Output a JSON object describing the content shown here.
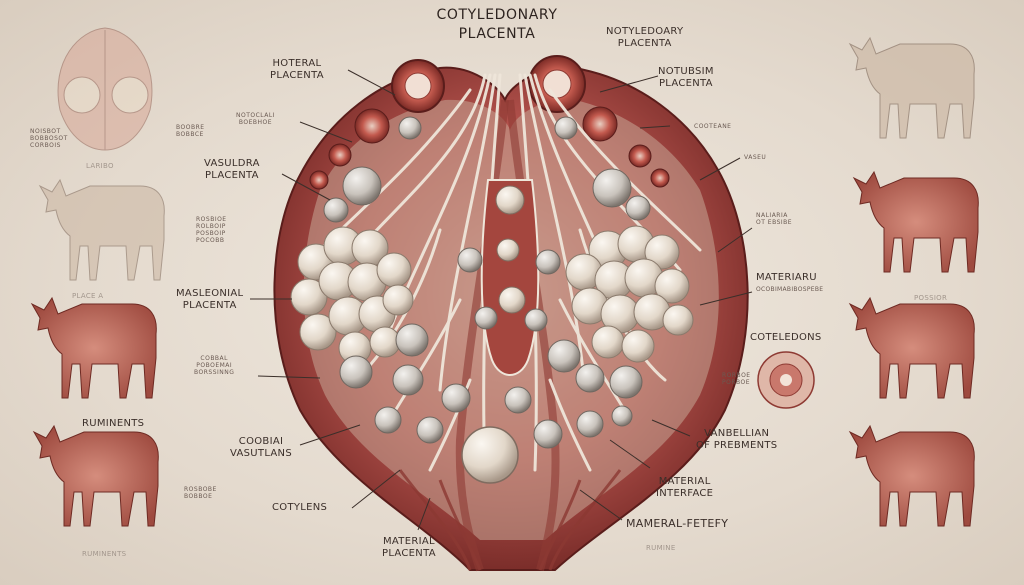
{
  "title_lines": [
    "COTYLEDONARY",
    "PLACENTA"
  ],
  "labels": {
    "top_right": [
      "NOTYLEDOARY",
      "PLACENTA"
    ],
    "notubsm": [
      "NOTUBSIM",
      "PLACENTA"
    ],
    "noteral": [
      "HOTERAL",
      "PLACENTA"
    ],
    "notoclal": [
      "NOTOCLALI",
      "BOEBHOE"
    ],
    "vasuldra": [
      "VASULDRA",
      "PLACENTA"
    ],
    "left_small_1": [
      "ROSBIOE",
      "ROLBOIP",
      "POSBOIP",
      "POCOBB"
    ],
    "maseonial": [
      "MASLEONIAL",
      "PLACENTA"
    ],
    "coobal": [
      "COBBAL",
      "POBOEMAI",
      "BORSSINNG"
    ],
    "ruminents": "RUMINENTS",
    "coobiai": [
      "COOBIAI",
      "VASUTLANS"
    ],
    "cotylens": "COTYLENS",
    "material_placenta": [
      "MATERIAL",
      "PLACENTA"
    ],
    "cootemne": "COOTEANE",
    "vaseu": "VASEU",
    "naliaria": [
      "NALIARIA",
      "OT EBSIBE"
    ],
    "materiaru": [
      "MATERIARU",
      "OCOBIMABIBOSPEBE"
    ],
    "coteledons": "COTELEDONS",
    "coteledons_sub": [
      "RORBOE",
      "PORBOE"
    ],
    "vanbelian": [
      "VANBELLIAN",
      "OF PREBMENTS"
    ],
    "material_interface": [
      "MATERIAL",
      "INTERFACE"
    ],
    "mameral_fetefy": "MAMERAL-FETEFY",
    "top_left_small": [
      "NOISBOT",
      "BOBBOSOT",
      "CORBOIS"
    ],
    "top_left_small2": [
      "BOOBRE",
      "BOBBCE"
    ],
    "ruminents_small": [
      "ROSBOBE",
      "BOBBOE"
    ],
    "placea_faint": "PLACE   A",
    "faint_top_left": "LARIBO",
    "faint_right": "POSSIOR",
    "faint_bottom": "RUMINE",
    "faint_bottom_left": "RUMINENTS"
  },
  "colors": {
    "background": "#e6ddd2",
    "tissue": "#b4534d",
    "tissue_dark": "#7f2e2b",
    "cotyledon": "#e8dfd3",
    "vessel": "#efe6da",
    "ink": "#3b2f2a"
  }
}
